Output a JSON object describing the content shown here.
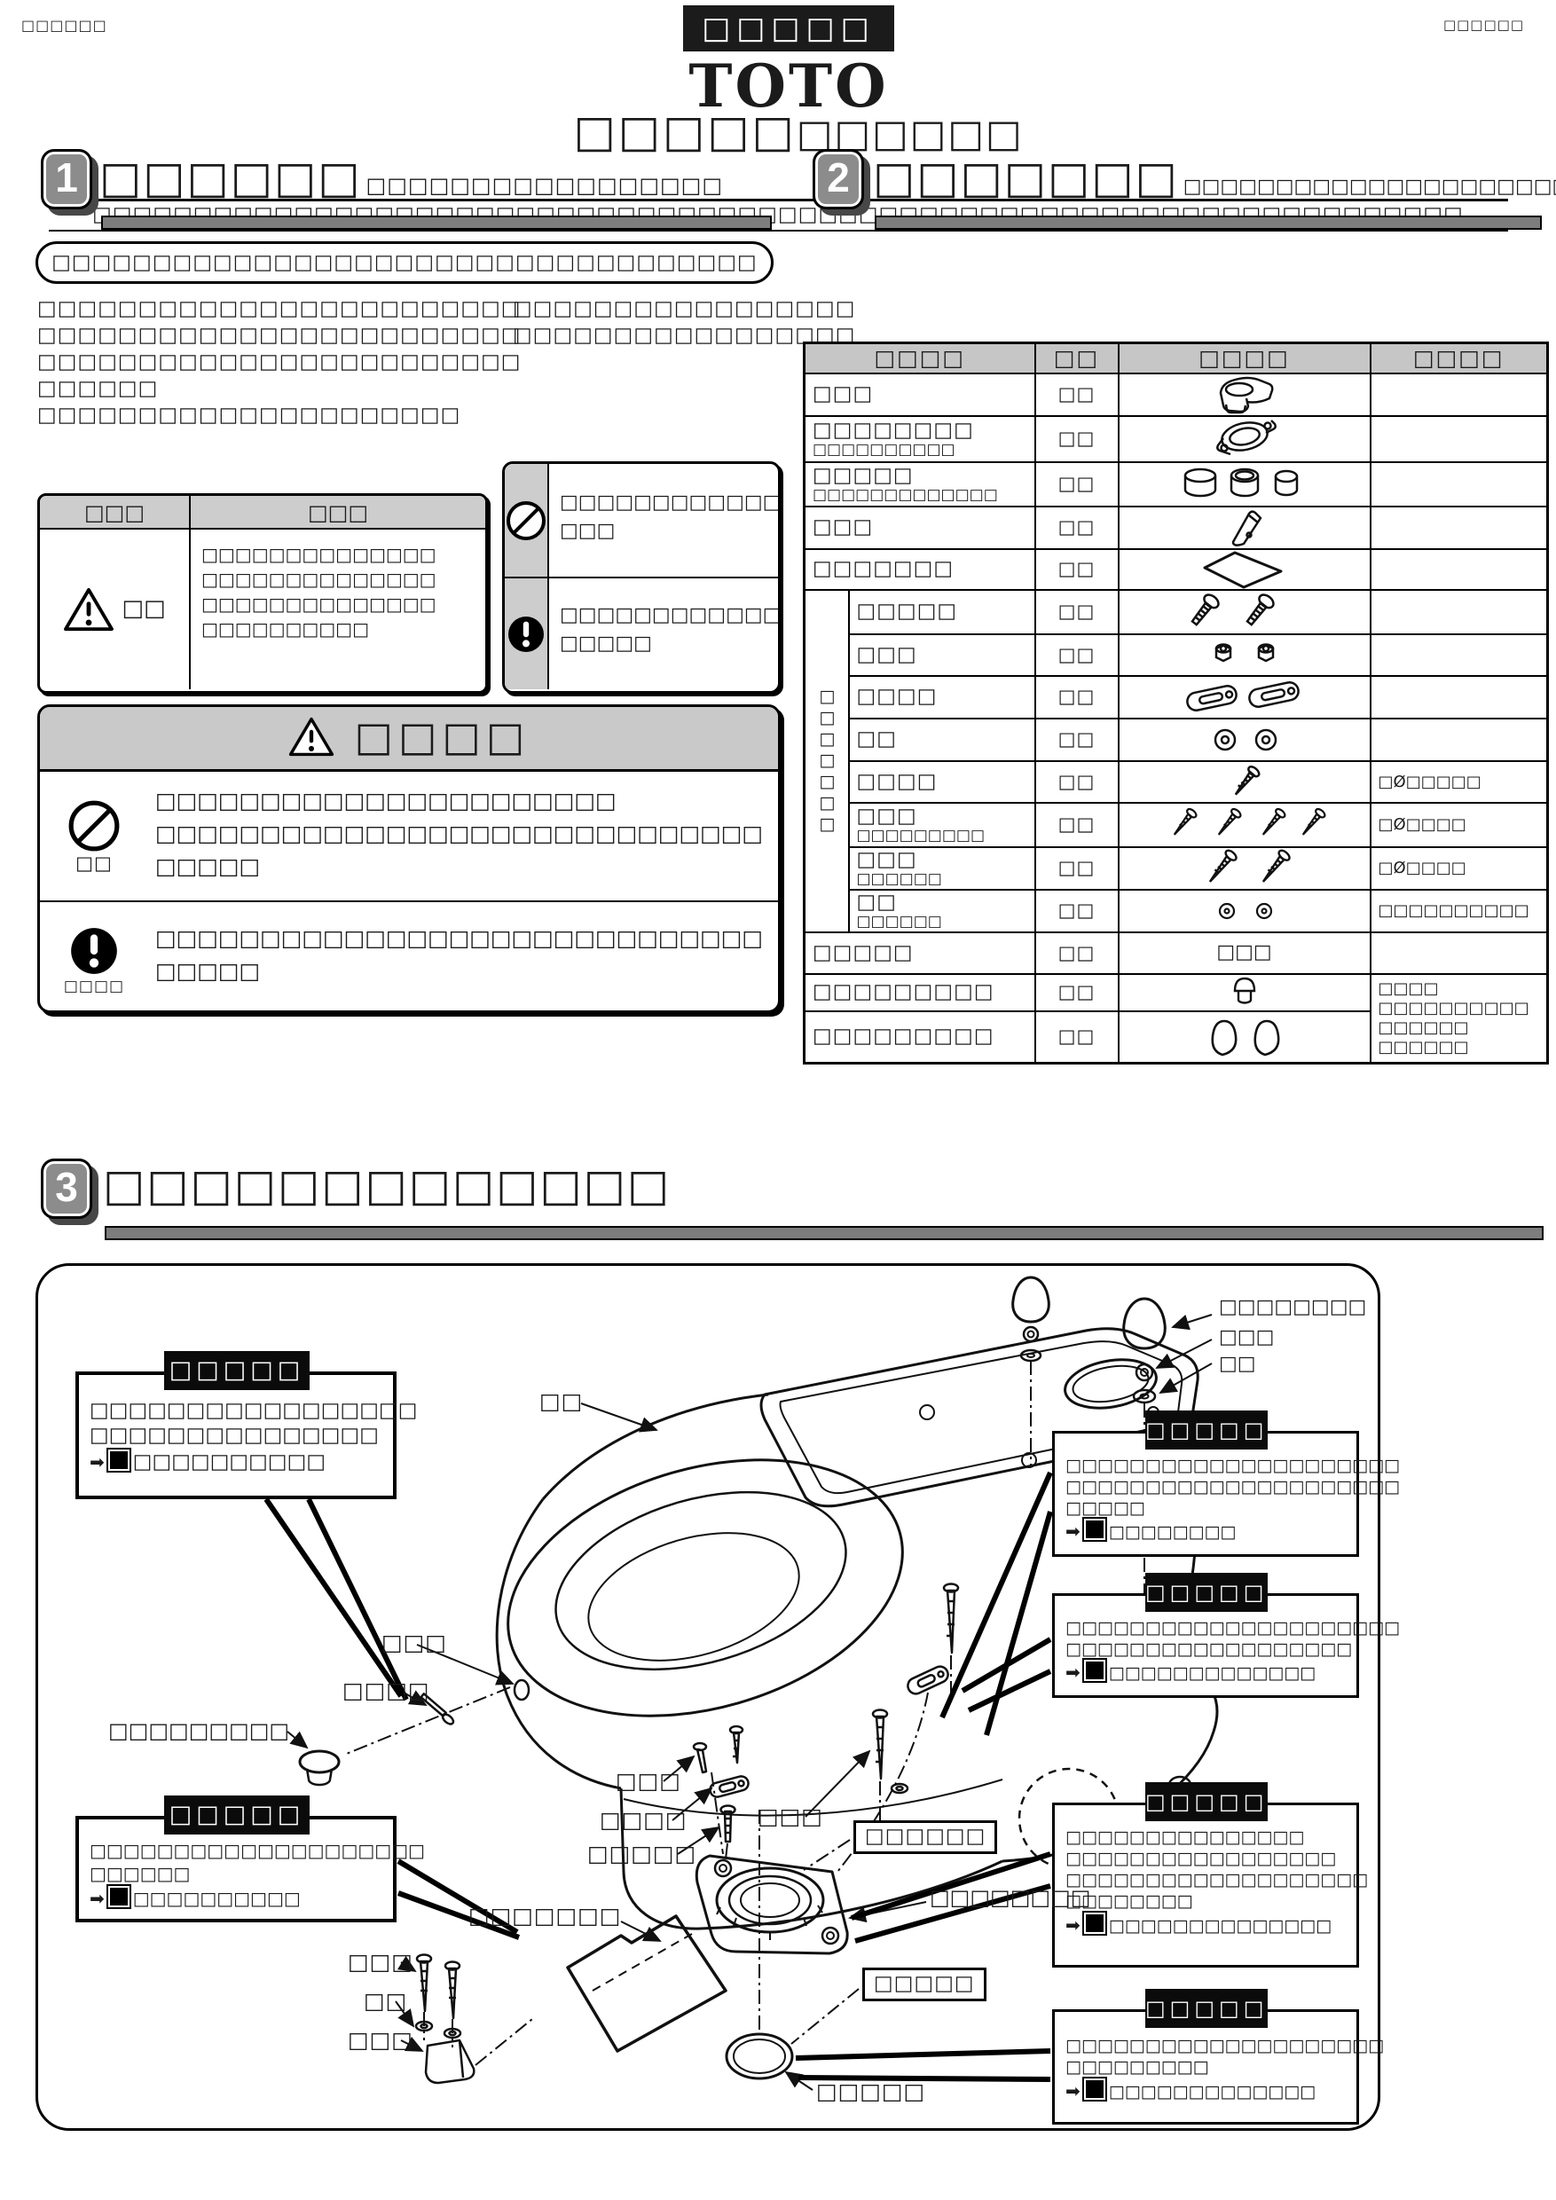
{
  "pg": {
    "top_left_code": "□□□□□□",
    "top_right_code": "□□□□□□",
    "doc_badge": "□□□□□",
    "brand": "TOTO",
    "title_big": "□□□□□",
    "title_small": "□□□□□□",
    "subtitle": "□□□□□□□□□□□□□□□□□□□□□□□□□□□□□□□□□□□□□□□□□□□□□□□□□□□□□□□□□□□□□□□□□□□□"
  },
  "s1": {
    "num": "1",
    "title_main": "□□□□□□",
    "title_sub": "□□□□□□□□□□□□□□□□□",
    "pill": "□□□□□□□□□□□□□□□□□□□□□□□□□□□□□□□□□□□",
    "para_left": [
      "□□□□□□□□□□□□□□□□□□□□□□□□",
      "□□□□□□□□□□□□□□□□□□□□□□□□",
      "□□□□□□□□□□□□□□□□□□□□□□□□",
      "□□□□□□",
      "□□□□□□□□□□□□□□□□□□□□□"
    ],
    "para_right": [
      "□□□□□□□□□□□□□□□□□",
      "□□□□□□□□□□□□□□□□□"
    ],
    "symtable": {
      "headers": [
        "□□□",
        "□□□"
      ],
      "symbol_caption": "□□",
      "lines": [
        "□□□□□□□□□□□□□□",
        "□□□□□□□□□□□□□□",
        "□□□□□□□□□□□□□□",
        "□□□□□□□□□□"
      ]
    },
    "infobox": {
      "rows": [
        {
          "lines": [
            "□□□□□□□□□□□□",
            "□□□"
          ]
        },
        {
          "lines": [
            "□□□□□□□□□□□□□",
            "□□□□□"
          ]
        }
      ]
    },
    "caution": {
      "title": "□□□□",
      "rows": [
        {
          "caption": "□□",
          "lines": [
            "□□□□□□□□□□□□□□□□□□□□□□",
            "□□□□□□□□□□□□□□□□□□□□□□□□□□□□□",
            "□□□□□"
          ]
        },
        {
          "caption": "□□□□",
          "lines": [
            "□□□□□□□□□□□□□□□□□□□□□□□□□□□□□",
            "□□□□□"
          ]
        }
      ]
    }
  },
  "s2": {
    "num": "2",
    "title_main": "□□□□□□□",
    "title_sub": "□□□□□□□□□□□□□□□□□□□□□□□",
    "headers": [
      "□□□□",
      "□□",
      "□□□□",
      "□□□□"
    ],
    "group_label": "□□□□□□□",
    "rows": [
      {
        "name": "□□□",
        "qty": "□□"
      },
      {
        "name": "□□□□□□□□",
        "name2": "□□□□□□□□□□",
        "qty": "□□"
      },
      {
        "name": "□□□□□",
        "name2": "□□□□□□□□□□□□□",
        "qty": "□□"
      },
      {
        "name": "□□□",
        "qty": "□□"
      },
      {
        "name": "□□□□□□□",
        "qty": "□□"
      },
      {
        "name": "□□□□□",
        "qty": "□□"
      },
      {
        "name": "□□□",
        "qty": "□□"
      },
      {
        "name": "□□□□",
        "qty": "□□"
      },
      {
        "name": "□□",
        "qty": "□□"
      },
      {
        "name": "□□□□",
        "qty": "□□",
        "remark": "□Ø□□□□□"
      },
      {
        "name": "□□□",
        "name2": "□□□□□□□□□",
        "qty": "□□",
        "remark": "□Ø□□□□"
      },
      {
        "name": "□□□",
        "name2": "□□□□□□",
        "qty": "□□",
        "remark": "□Ø□□□□"
      },
      {
        "name": "□□",
        "name2": "□□□□□□",
        "qty": "□□",
        "remark": "□□□□□□□□□□"
      },
      {
        "name": "□□□□□",
        "qty": "□□",
        "fig_text": "□□□"
      },
      {
        "name": "□□□□□□□□□",
        "qty": "□□",
        "remark_lines": [
          "□□□□",
          "□□□□□□□□□□",
          "□□□□□□",
          "□□□□□□"
        ]
      },
      {
        "name": "□□□□□□□□□",
        "qty": "□□"
      }
    ]
  },
  "s3": {
    "num": "3",
    "title_main": "□□□□□□□□□□□□□",
    "callouts": {
      "l1": {
        "tab": "□□□□□",
        "lines": [
          "□□□□□□□□□□□□□□□□□",
          "□□□□□□□□□□□□□□□"
        ],
        "ref": "□□□□□□□□□□"
      },
      "l2": {
        "tab": "□□□□□",
        "lines": [
          "□□□□□□□□□□□□□□□□□□□□",
          "□□□□□□"
        ],
        "ref": "□□□□□□□□□□"
      },
      "c1": {
        "tab": "□□□□□",
        "lines": [
          "□□□□□□□□□□□□□□□□□□□□□",
          "□□□□□□□□□□□□□□□□□□□□□",
          "□□□□□"
        ],
        "ref": "□□□□□□□□"
      },
      "c2": {
        "tab": "□□□□□",
        "lines": [
          "□□□□□□□□□□□□□□□□□□□□□",
          "□□□□□□□□□□□□□□□□□□"
        ],
        "ref": "□□□□□□□□□□□□□"
      },
      "c3": {
        "tab": "□□□□□",
        "lines": [
          "□□□□□□□□□□□□□□□",
          "□□□□□□□□□□□□□□□□□",
          "□□□□□□□□□□□□□□□□□□□",
          "□□□□□□□□"
        ],
        "ref": "□□□□□□□□□□□□□□"
      },
      "c4": {
        "tab": "□□□□□",
        "lines": [
          "□□□□□□□□□□□□□□□□□□□□",
          "□□□□□□□□□"
        ],
        "ref": "□□□□□□□□□□□□□"
      }
    },
    "labels": {
      "bowl": "□□",
      "cap_nut": "□□□□□□□□",
      "nut": "□□□",
      "washer": "□□",
      "hole": "□□□",
      "dec_screw": "□□□□",
      "plug": "□□□□□□□□□",
      "sheet": "□□□□□□□",
      "fl_screw": "□□□",
      "fl_washer": "□□□□",
      "fl_bolt": "□□□□□",
      "socket": "□□□□□□",
      "socket_part": "□□□□□□□□",
      "floor_flange": "□□□□□",
      "seal": "□□□□□",
      "wood_screw": "□□□",
      "wedge_washer": "□□",
      "wedge": "□□□",
      "right_screw": "□□□"
    }
  }
}
